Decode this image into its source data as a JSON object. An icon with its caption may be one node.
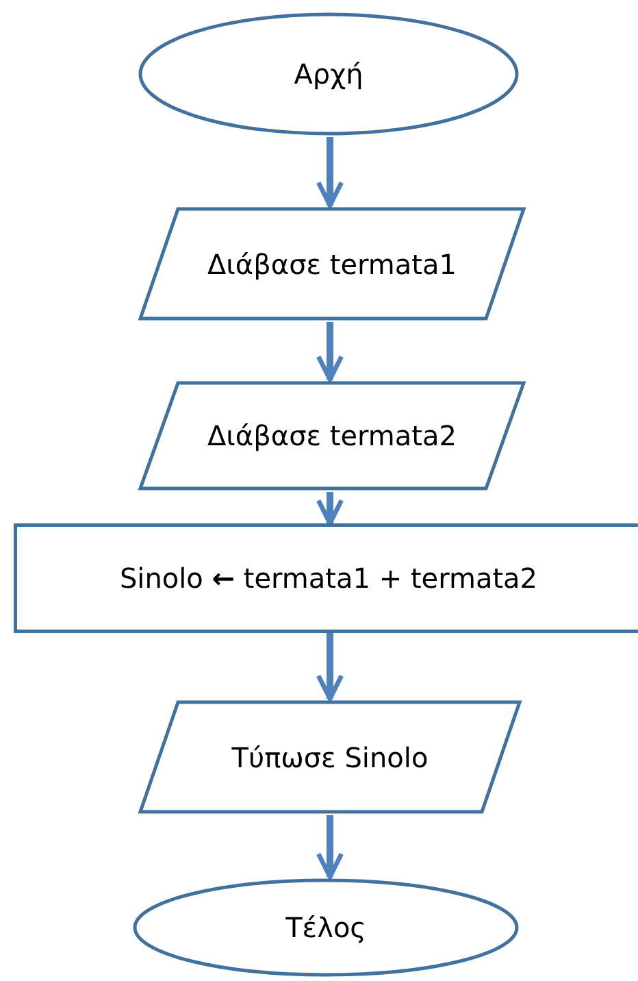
{
  "diagram": {
    "nodes": [
      {
        "text": [
          "Αρχή"
        ]
      },
      {
        "text": [
          "Διάβασε termata1"
        ]
      },
      {
        "text": [
          "Διάβασε termata2"
        ]
      },
      {
        "text": [
          "Sinolo **←** termata1 + termata2"
        ]
      },
      {
        "text": [
          "Τύπωσε Sinolo"
        ]
      },
      {
        "text": [
          "Τέλος"
        ]
      }
    ],
    "edges": [
      {
        "from": 0,
        "to": 1,
        "arrow": "to"
      },
      {
        "from": 1,
        "to": 2,
        "arrow": "to"
      },
      {
        "from": 2,
        "to": 3,
        "arrow": "to"
      },
      {
        "from": 3,
        "to": 4,
        "arrow": "to"
      },
      {
        "from": 4,
        "to": 5,
        "arrow": "to"
      }
    ]
  }
}
